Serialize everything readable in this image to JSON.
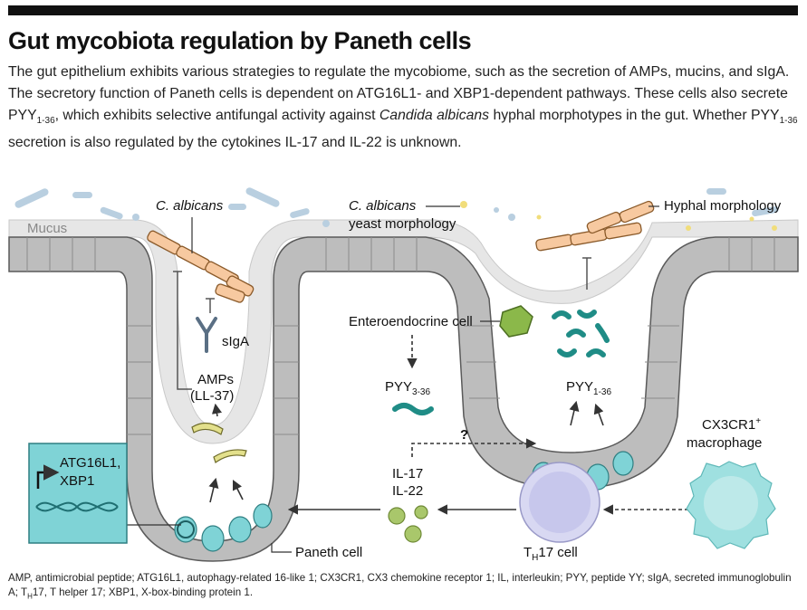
{
  "title": "Gut mycobiota regulation by Paneth cells",
  "summary": {
    "p1": "The gut epithelium exhibits various strategies to regulate the mycobiome, such as the secretion of AMPs, mucins, and sIgA. The secretory function of Paneth cells is dependent on ATG16L1- and XBP1-dependent pathways. These cells also secrete PYY",
    "p1_sub": "1-36",
    "p2": ", which exhibits selective antifungal activity against ",
    "p2_italic": "Candida albicans",
    "p3": " hyphal morphotypes in the gut. Whether PYY",
    "p3_sub": "1-36",
    "p4": " secretion is also regulated by the cytokines IL-17 and IL-22 is unknown."
  },
  "labels": {
    "mucus": "Mucus",
    "c_albicans_left": "C. albicans",
    "c_albicans_yeast_1": "C. albicans",
    "c_albicans_yeast_2": "yeast morphology",
    "hyphal": "Hyphal morphology",
    "sIgA": "sIgA",
    "amps_1": "AMPs",
    "amps_2": "(LL-37)",
    "enteroendocrine": "Enteroendocrine cell",
    "pyy_left": "PYY",
    "pyy_left_sub": "3-36",
    "pyy_right": "PYY",
    "pyy_right_sub": "1-36",
    "question": "?",
    "il17": "IL-17",
    "il22": "IL-22",
    "genes_1": "ATG16L1,",
    "genes_2": "XBP1",
    "paneth": "Paneth cell",
    "th17": "T",
    "th17_sub": "H",
    "th17_rest": "17 cell",
    "macro_1": "CX3CR1",
    "macro_sup": "+",
    "macro_2": "macrophage"
  },
  "footnote": {
    "a": "AMP, antimicrobial peptide; ATG16L1, autophagy-related 16-like 1; CX3CR1, CX3 chemokine receptor 1; IL, interleukin; PYY, peptide YY; sIgA, secreted immunoglobulin A; T",
    "a_sub": "H",
    "b": "17, T helper 17; XBP1, X-box-binding protein 1."
  },
  "colors": {
    "epithelium": "#bfbfbf",
    "paneth": "#7fd3d6",
    "fungus": "#f7c9a0",
    "pyy": "#2aa6a0",
    "enteroendocrine": "#8bb84a",
    "il": "#a9c76b",
    "th17": "#d8d8f2",
    "macrophage": "#9fe0e0",
    "amps": "#e3e08c"
  }
}
